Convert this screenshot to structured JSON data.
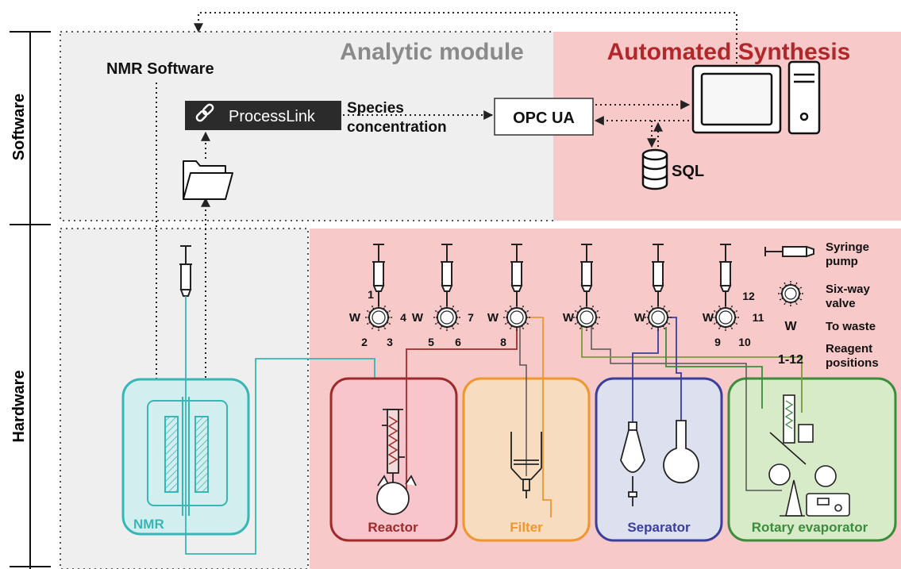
{
  "colors": {
    "grey_bg": "#efefef",
    "pink_bg": "#f7c9c9",
    "title_grey": "#8a8a8a",
    "title_red": "#b0282b",
    "nmr": "#37b6b6",
    "reactor": "#9e2a2a",
    "filter": "#f0962e",
    "separator": "#3b3f9b",
    "rotary": "#3c8c3c"
  },
  "axis": {
    "software_label": "Software",
    "hardware_label": "Hardware"
  },
  "software": {
    "analytic_title": "Analytic module",
    "synthesis_title": "Automated Synthesis",
    "nmr_software": "NMR Software",
    "processlink": "ProcessLink",
    "species_line1": "Species",
    "species_line2": "concentration",
    "opc_ua": "OPC UA",
    "sql": "SQL"
  },
  "hardware": {
    "modules": {
      "nmr": "NMR",
      "reactor": "Reactor",
      "filter": "Filter",
      "separator": "Separator",
      "rotary": "Rotary evaporator"
    },
    "valve_labels": {
      "w": "W",
      "p1": "1",
      "p2": "2",
      "p3": "3",
      "p4": "4",
      "p5": "5",
      "p6": "6",
      "p7": "7",
      "p8": "8",
      "p9": "9",
      "p10": "10",
      "p11": "11",
      "p12": "12"
    }
  },
  "legend": {
    "syringe_line1": "Syringe",
    "syringe_line2": "pump",
    "valve_line1": "Six-way",
    "valve_line2": "valve",
    "waste_symbol": "W",
    "waste_text": "To waste",
    "reagent_symbol": "1-12",
    "reagent_line1": "Reagent",
    "reagent_line2": "positions"
  }
}
